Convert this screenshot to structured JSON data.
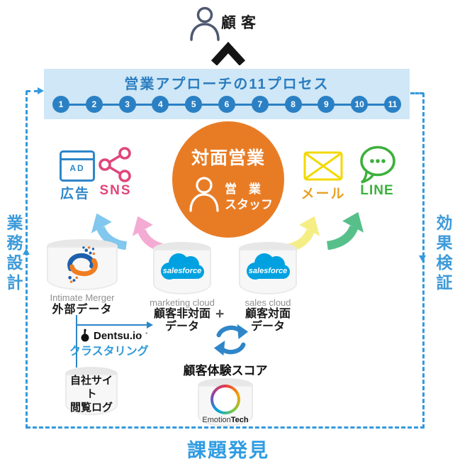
{
  "top": {
    "customer_label": "顧客"
  },
  "banner": {
    "title": "営業アプローチの11プロセス",
    "steps": [
      "1",
      "2",
      "3",
      "4",
      "5",
      "6",
      "7",
      "8",
      "9",
      "10",
      "11"
    ]
  },
  "sides": {
    "left": "業務設計",
    "right": "効果検証",
    "bottom": "課題発見"
  },
  "channels": {
    "ad": {
      "icon_text": "AD",
      "label": "広告"
    },
    "sns": {
      "label": "SNS"
    },
    "mail": {
      "label": "メール"
    },
    "line": {
      "label": "LINE"
    }
  },
  "center": {
    "title": "対面営業",
    "staff_line1": "営　業",
    "staff_line2": "スタッフ"
  },
  "sources": {
    "external": {
      "vendor": "Intimate Merger",
      "label": "外部データ"
    },
    "marketing": {
      "logo": "salesforce",
      "product": "marketing cloud",
      "line1": "顧客非対面",
      "line2": "データ"
    },
    "plus": "+",
    "sales": {
      "logo": "salesforce",
      "product": "sales cloud",
      "line1": "顧客対面",
      "line2": "データ"
    },
    "clustering": {
      "vendor": "Dentsu.io",
      "reg_mark": "˚",
      "label": "クラスタリング"
    },
    "site_log": {
      "line1": "自社サイト",
      "line2": "閲覧ログ"
    },
    "experience": {
      "title": "顧客体験スコア",
      "vendor_regular": "Emotion",
      "vendor_bold": "Tech"
    }
  },
  "colors": {
    "accent_blue": "#2e86c8",
    "dashed_blue": "#3399dd",
    "banner_bg": "#cfe7f6",
    "orange": "#e87c25",
    "sns_pink": "#e0457b",
    "mail_yellow": "#f6d900",
    "mail_label": "#e8a124",
    "line_green": "#3db03d",
    "salesforce_blue": "#00a1e0",
    "arrow_blue": "#82c7ee",
    "arrow_pink": "#f4abd3",
    "arrow_yellow": "#f5ee85",
    "arrow_green": "#57c08a"
  }
}
